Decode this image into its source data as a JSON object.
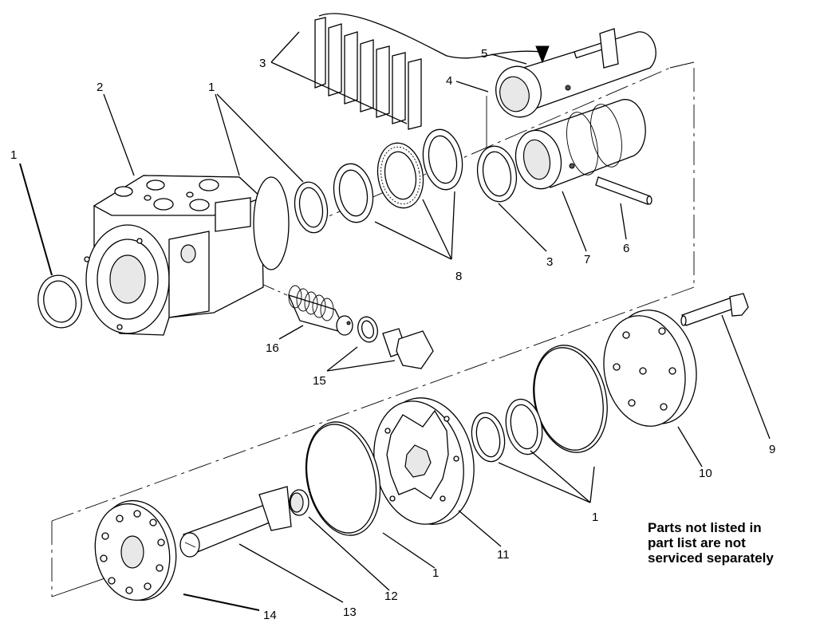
{
  "diagram": {
    "labels": [
      "1",
      "2",
      "1",
      "3",
      "5",
      "4",
      "8",
      "3",
      "7",
      "6",
      "16",
      "15",
      "9",
      "10",
      "1",
      "11",
      "1",
      "12",
      "13",
      "14"
    ],
    "note": [
      "Parts not listed in",
      "part list are not",
      "serviced separately"
    ]
  }
}
